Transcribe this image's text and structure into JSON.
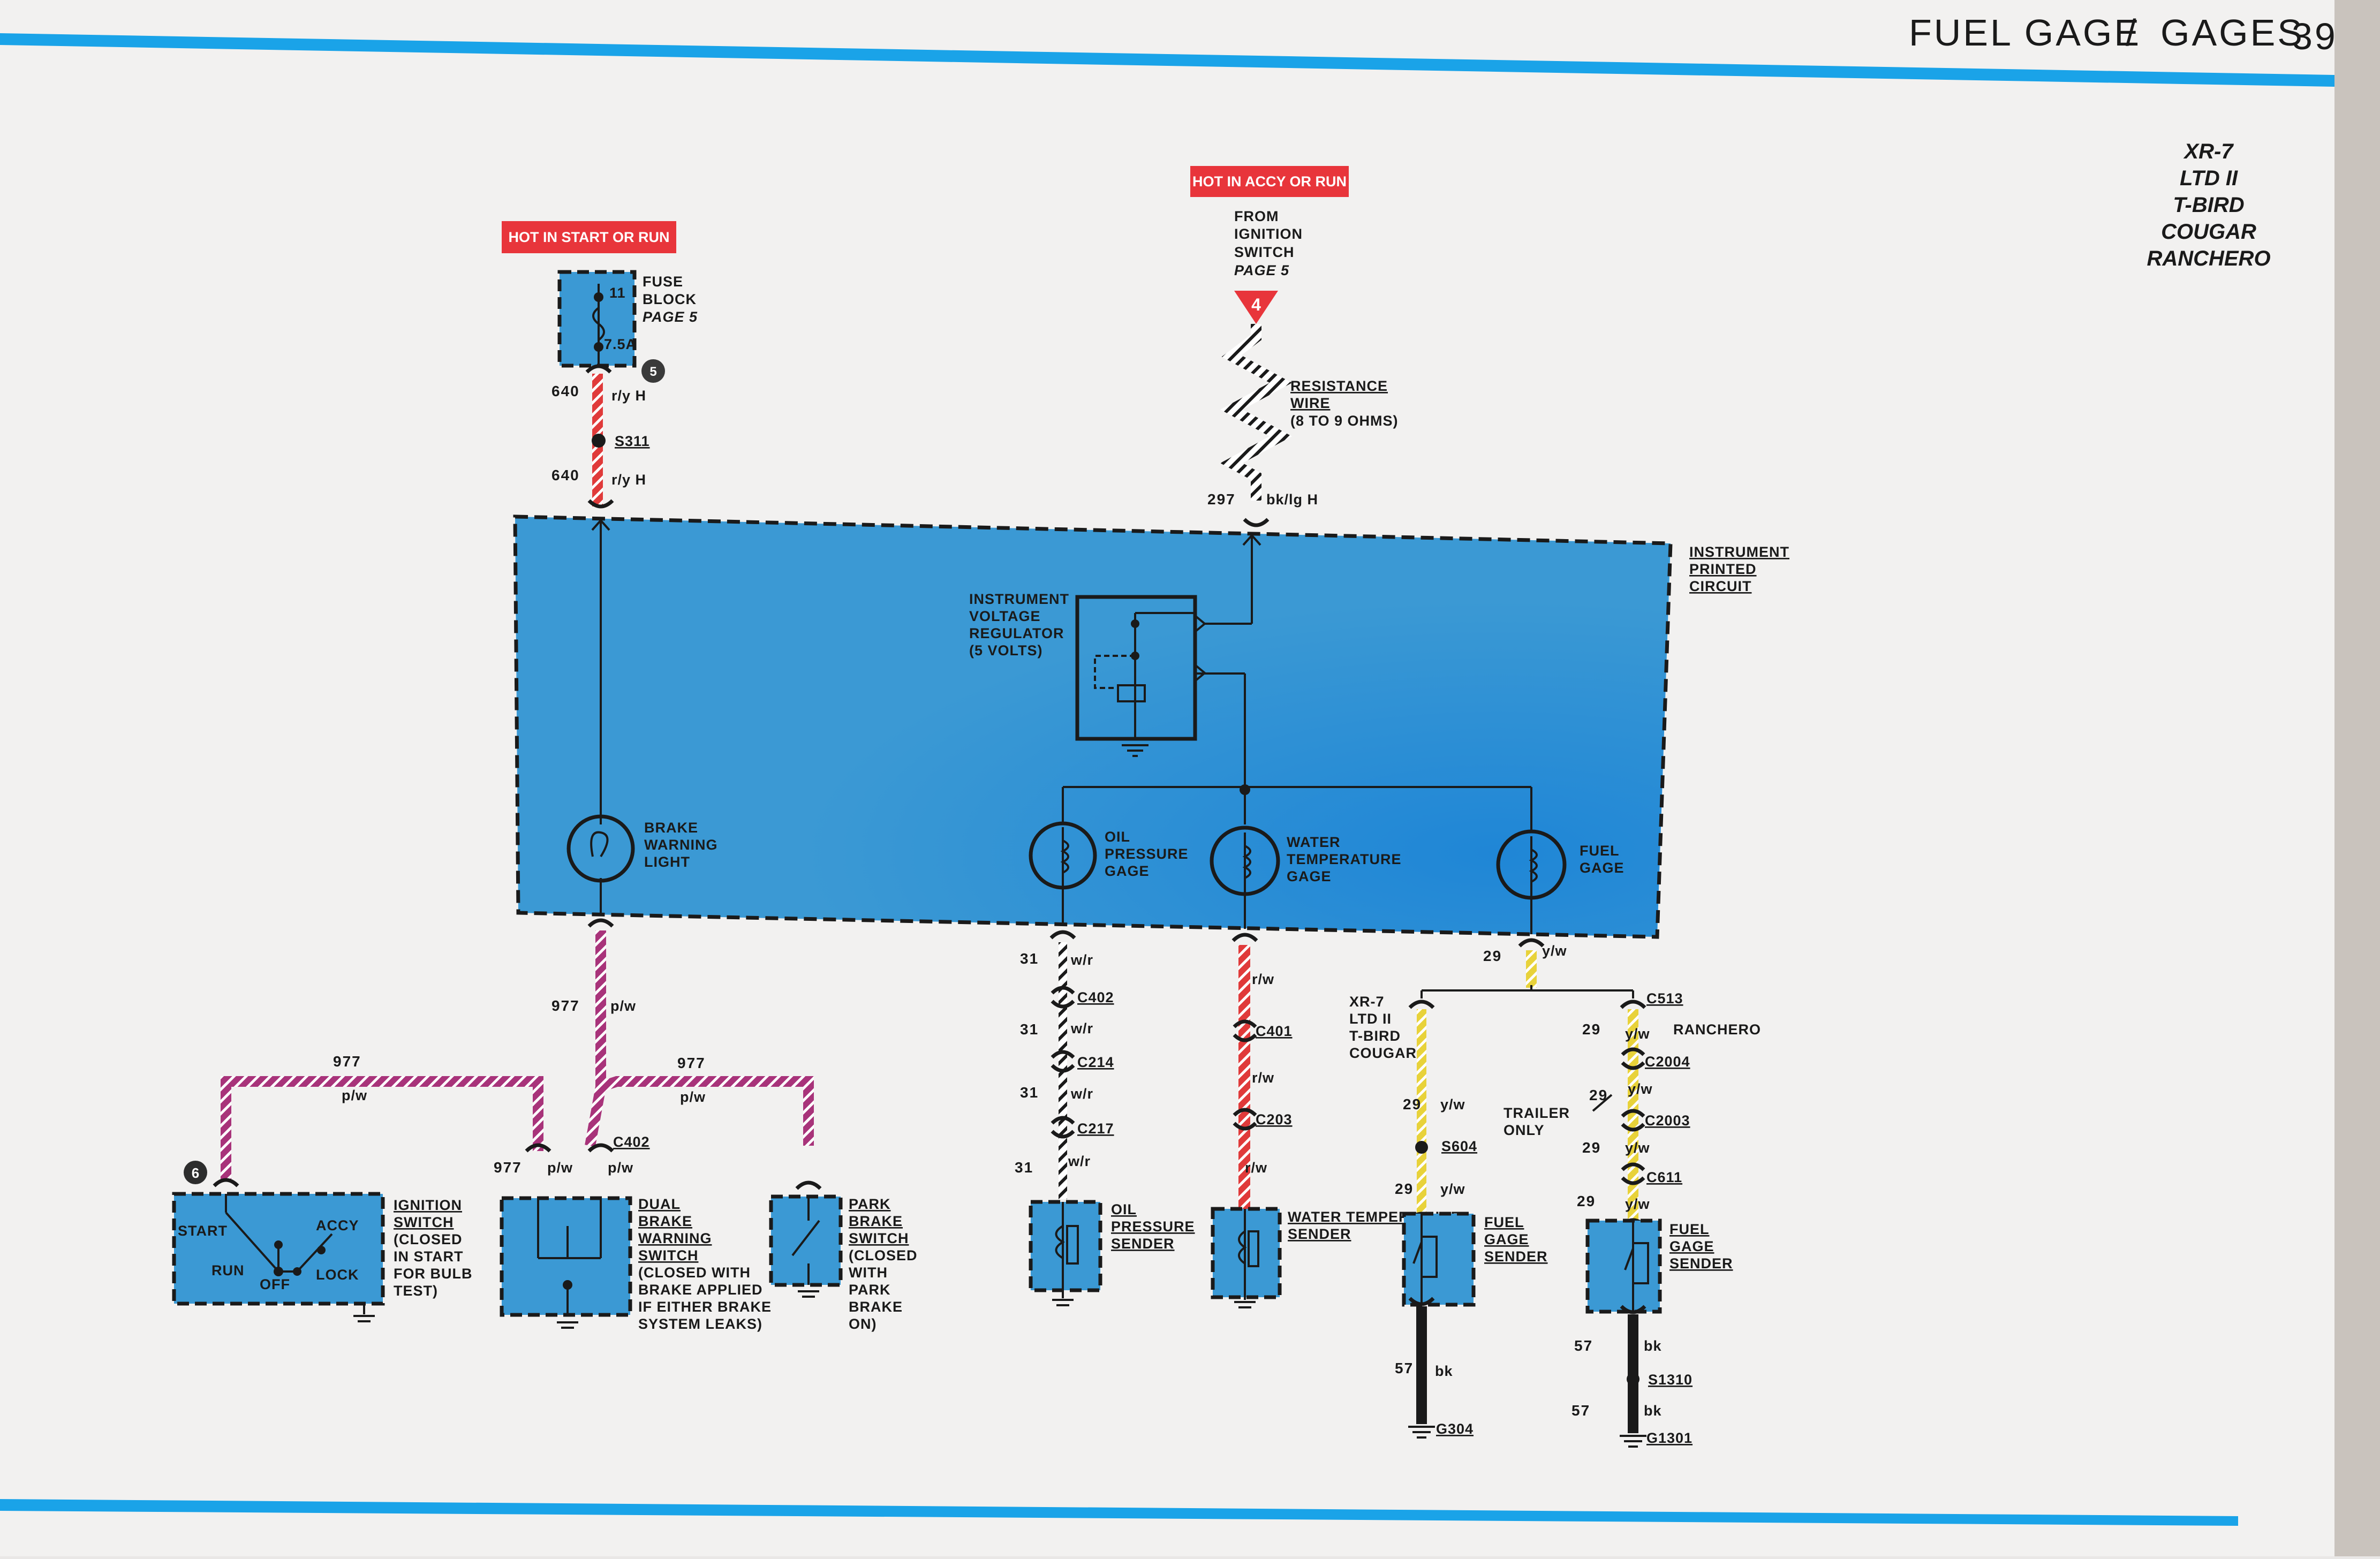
{
  "header": {
    "section": "FUEL GAGE",
    "separator": "/",
    "subsection": "GAGES",
    "page_number": "39"
  },
  "models": [
    "XR-7",
    "LTD II",
    "T-BIRD",
    "COUGAR",
    "RANCHERO"
  ],
  "hot_labels": {
    "start_run": "HOT IN START OR RUN",
    "accy_run": "HOT IN ACCY OR RUN"
  },
  "fuse_block": {
    "lines": [
      "FUSE",
      "BLOCK",
      "PAGE 5"
    ],
    "rating": "7.5A",
    "fuse_no": "11",
    "callout": "5"
  },
  "ignition_feed": {
    "lines": [
      "FROM",
      "IGNITION",
      "SWITCH",
      "PAGE 5"
    ],
    "callout": "4"
  },
  "resistance_wire": {
    "lines": [
      "RESISTANCE",
      "WIRE",
      "(8 TO 9 OHMS)"
    ]
  },
  "printed_circuit": {
    "lines": [
      "INSTRUMENT",
      "PRINTED",
      "CIRCUIT"
    ]
  },
  "voltage_regulator": {
    "lines": [
      "INSTRUMENT",
      "VOLTAGE",
      "REGULATOR",
      "(5 VOLTS)"
    ]
  },
  "brake_warning_light": {
    "lines": [
      "BRAKE",
      "WARNING",
      "LIGHT"
    ]
  },
  "oil_gage": {
    "lines": [
      "OIL",
      "PRESSURE",
      "GAGE"
    ]
  },
  "water_gage": {
    "lines": [
      "WATER",
      "TEMPERATURE",
      "GAGE"
    ]
  },
  "fuel_gage": {
    "lines": [
      "FUEL",
      "GAGE"
    ]
  },
  "ignition_switch": {
    "lines": [
      "IGNITION",
      "SWITCH",
      "(CLOSED",
      "IN START",
      "FOR BULB",
      "TEST)"
    ],
    "positions": [
      "START",
      "ACCY",
      "RUN",
      "OFF",
      "LOCK"
    ],
    "callout": "6"
  },
  "dual_brake_switch": {
    "lines": [
      "DUAL",
      "BRAKE",
      "WARNING",
      "SWITCH",
      "(CLOSED WITH",
      "BRAKE APPLIED",
      "IF EITHER BRAKE",
      "SYSTEM LEAKS)"
    ]
  },
  "park_brake_switch": {
    "lines": [
      "PARK",
      "BRAKE",
      "SWITCH",
      "(CLOSED",
      "WITH",
      "PARK",
      "BRAKE",
      "ON)"
    ]
  },
  "oil_sender": {
    "lines": [
      "OIL",
      "PRESSURE",
      "SENDER"
    ]
  },
  "water_sender": {
    "lines": [
      "WATER TEMPERATURE",
      "SENDER"
    ]
  },
  "fuel_sender_a": {
    "lines": [
      "FUEL",
      "GAGE",
      "SENDER"
    ]
  },
  "fuel_sender_b": {
    "lines": [
      "FUEL",
      "GAGE",
      "SENDER"
    ]
  },
  "variant_xr7": {
    "lines": [
      "XR-7",
      "LTD II",
      "T-BIRD",
      "COUGAR"
    ]
  },
  "variant_ranchero": "RANCHERO",
  "trailer": {
    "lines": [
      "TRAILER",
      "ONLY"
    ]
  },
  "wires": {
    "w640_top": {
      "number": "640",
      "color": "r/y H"
    },
    "w640_bottom": {
      "number": "640",
      "color": "r/y H"
    },
    "w297": {
      "number": "297",
      "color": "bk/lg H"
    },
    "w977_main": {
      "number": "977",
      "color": "p/w"
    },
    "w977_left": {
      "number": "977",
      "color": "p/w"
    },
    "w977_right": {
      "number": "977",
      "color": "p/w"
    },
    "w977_drop": {
      "number": "977",
      "color": "p/w"
    },
    "w977_drop_b": {
      "color": "p/w"
    },
    "w31_a": {
      "number": "31",
      "color": "w/r"
    },
    "w31_b": {
      "number": "31",
      "color": "w/r"
    },
    "w31_c": {
      "number": "31",
      "color": "w/r"
    },
    "w31_d": {
      "number": "31",
      "color": "w/r"
    },
    "water_a": {
      "color": "r/w"
    },
    "water_b": {
      "color": "r/w"
    },
    "water_c": {
      "color": "r/w"
    },
    "w29_main": {
      "number": "29",
      "color": "y/w"
    },
    "w29_a": {
      "number": "29",
      "color": "y/w"
    },
    "w29_b": {
      "number": "29",
      "color": "y/w"
    },
    "w29_r1": {
      "number": "29",
      "color": "y/w"
    },
    "w29_r2": {
      "number": "29",
      "color": "y/w"
    },
    "w29_r3": {
      "number": "29",
      "color": "y/w"
    },
    "w29_r4": {
      "number": "29",
      "color": "y/w"
    },
    "w57_a": {
      "number": "57",
      "color": "bk"
    },
    "w57_b": {
      "number": "57",
      "color": "bk"
    },
    "w57_c": {
      "number": "57",
      "color": "bk"
    }
  },
  "connectors": {
    "s311": "S311",
    "c402_oil": "C402",
    "c214": "C214",
    "c217": "C217",
    "c401": "C401",
    "c203": "C203",
    "c513": "C513",
    "s604": "S604",
    "c2004": "C2004",
    "c2003": "C2003",
    "c611": "C611",
    "c402_brake": "C402",
    "g304": "G304",
    "s1310": "S1310",
    "g1301": "G1301"
  },
  "colors": {
    "component_fill": "#3b99d4",
    "header_rule": "#1aa3e8",
    "hot_badge": "#e8353b",
    "wire_red": "#e03a3a",
    "wire_purple": "#a8337a",
    "wire_yellow": "#e8d23a",
    "wire_black": "#1a1a1a",
    "page_paper": "#f2f1f0"
  }
}
